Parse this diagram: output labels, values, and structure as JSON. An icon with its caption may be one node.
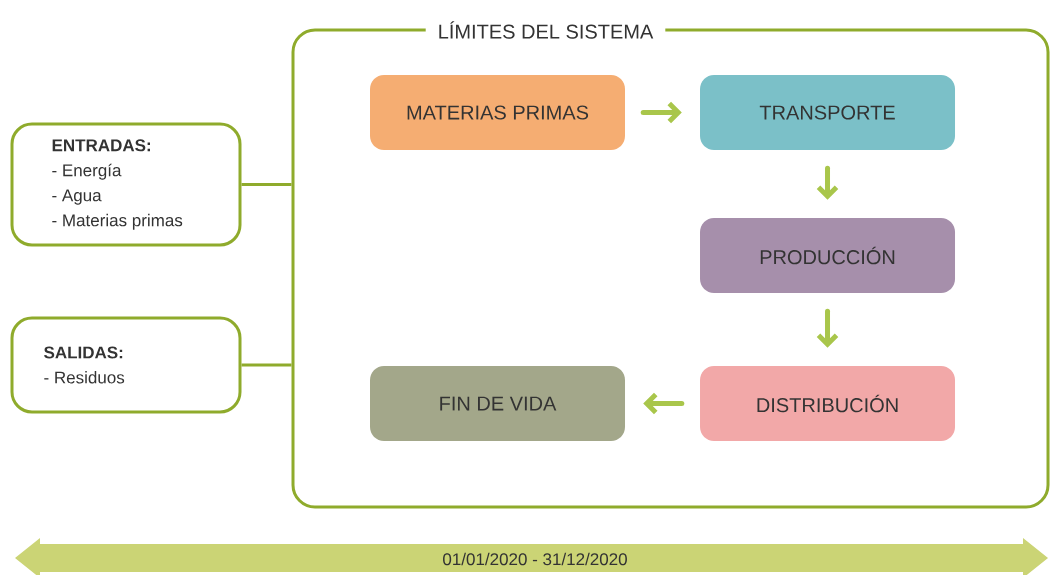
{
  "diagram": {
    "nodes": [
      {
        "text": [
          "LÍMITES DEL SISTEMA"
        ]
      },
      {
        "text": [
          "MATERIAS PRIMAS"
        ],
        "in": 0
      },
      {
        "text": [
          "TRANSPORTE"
        ],
        "in": 0
      },
      {
        "text": [
          "PRODUCCIÓN"
        ],
        "in": 0
      },
      {
        "text": [
          "FIN DE VIDA"
        ],
        "in": 0
      },
      {
        "text": [
          "DISTRIBUCIÓN"
        ],
        "in": 0
      },
      {
        "text": [
          "ENTRADAS:",
          "- Energía",
          "- Agua",
          "- Materias primas"
        ]
      },
      {
        "text": [
          "SALIDAS:",
          "- Residuos"
        ]
      }
    ],
    "edges": [
      {
        "from": 1,
        "to": 2,
        "arrow": "to"
      },
      {
        "from": 2,
        "to": 3,
        "arrow": "to"
      },
      {
        "from": 3,
        "to": 5,
        "arrow": "to"
      },
      {
        "from": 5,
        "to": 4,
        "arrow": "to"
      },
      {
        "from": 6,
        "to": 0,
        "arrow": "none"
      },
      {
        "from": 7,
        "to": 0,
        "arrow": "none"
      }
    ],
    "labels": [
      "01/01/2020 - 31/12/2020"
    ]
  }
}
